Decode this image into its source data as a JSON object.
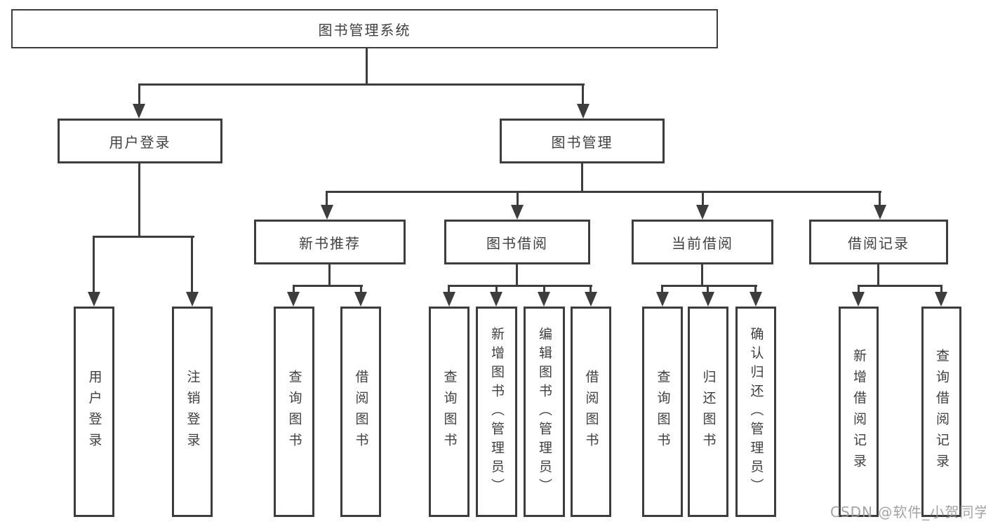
{
  "diagram": {
    "type": "hierarchy-tree",
    "tree": {
      "root": {
        "label": "图书管理系统",
        "children": [
          {
            "label": "用户登录",
            "children": [
              {
                "label": "用户登录"
              },
              {
                "label": "注销登录"
              }
            ]
          },
          {
            "label": "图书管理",
            "children": [
              {
                "label": "新书推荐",
                "children": [
                  {
                    "label": "查询图书"
                  },
                  {
                    "label": "借阅图书"
                  }
                ]
              },
              {
                "label": "图书借阅",
                "children": [
                  {
                    "label": "查询图书"
                  },
                  {
                    "label": "新增图书（管理员）"
                  },
                  {
                    "label": "编辑图书（管理员）"
                  },
                  {
                    "label": "借阅图书"
                  }
                ]
              },
              {
                "label": "当前借阅",
                "children": [
                  {
                    "label": "查询图书"
                  },
                  {
                    "label": "归还图书"
                  },
                  {
                    "label": "确认归还（管理员）"
                  }
                ]
              },
              {
                "label": "借阅记录",
                "children": [
                  {
                    "label": "新增借阅记录"
                  },
                  {
                    "label": "查询借阅记录"
                  }
                ]
              }
            ]
          }
        ]
      }
    },
    "colors": {
      "background": "#ffffff",
      "box_border": "#3d3d3d",
      "connector_line": "#3d3d3d",
      "text": "#404040",
      "watermark": "#9c9c9c"
    }
  },
  "watermark": {
    "text": "CSDN @软件_小贺同学"
  }
}
